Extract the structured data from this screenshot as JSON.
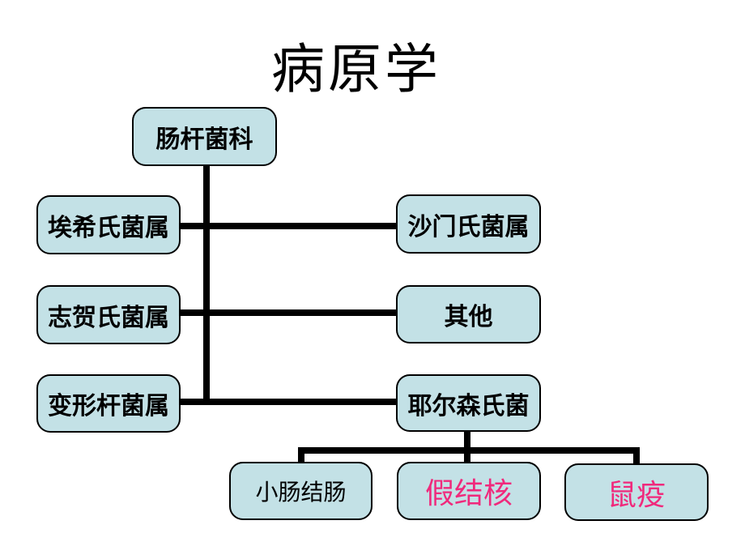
{
  "slide": {
    "title": "病原学",
    "background_color": "#ffffff"
  },
  "colors": {
    "box_fill": "#c3e1e6",
    "box_border": "#000000",
    "connector": "#000000",
    "label_text": "#000000",
    "highlight_text": "#f0297c"
  },
  "nodes": {
    "root": {
      "label": "肠杆菌科"
    },
    "escherichia": {
      "label": "埃希氏菌属"
    },
    "salmonella": {
      "label": "沙门氏菌属"
    },
    "shigella": {
      "label": "志贺氏菌属"
    },
    "other": {
      "label": "其他"
    },
    "proteus": {
      "label": "变形杆菌属"
    },
    "yersinia": {
      "label": "耶尔森氏菌"
    },
    "enterocolitica": {
      "label": "小肠结肠"
    },
    "pseudotuberculosis": {
      "label": "假结核"
    },
    "plague": {
      "label": "鼠疫"
    }
  },
  "hierarchy": {
    "肠杆菌科": [
      "埃希氏菌属",
      "沙门氏菌属",
      "志贺氏菌属",
      "其他",
      "变形杆菌属",
      "耶尔森氏菌"
    ],
    "耶尔森氏菌": [
      "小肠结肠",
      "假结核",
      "鼠疫"
    ]
  }
}
